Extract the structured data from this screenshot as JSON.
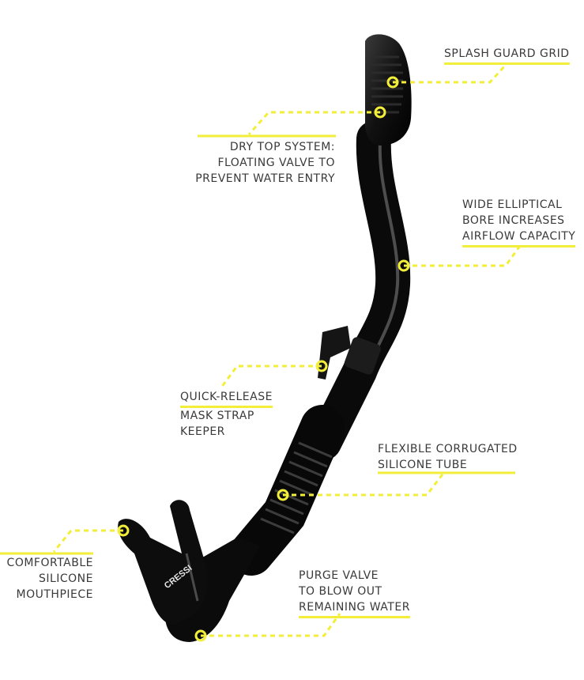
{
  "colors": {
    "accent": "#f2ee3a",
    "snorkel": "#111111",
    "text": "#3a3a3a"
  },
  "brand": "CRESSI",
  "callouts": {
    "splash_guard": [
      "SPLASH GUARD GRID"
    ],
    "dry_top": [
      "DRY TOP SYSTEM:",
      "FLOATING VALVE TO",
      "PREVENT WATER ENTRY"
    ],
    "bore": [
      "WIDE ELLIPTICAL",
      "BORE INCREASES",
      "AIRFLOW CAPACITY"
    ],
    "keeper": [
      "QUICK-RELEASE",
      "MASK STRAP",
      "KEEPER"
    ],
    "tube": [
      "FLEXIBLE CORRUGATED",
      "SILICONE TUBE"
    ],
    "mouthpiece": [
      "COMFORTABLE",
      "SILICONE",
      "MOUTHPIECE"
    ],
    "purge": [
      "PURGE VALVE",
      "TO BLOW OUT",
      "REMAINING WATER"
    ]
  }
}
